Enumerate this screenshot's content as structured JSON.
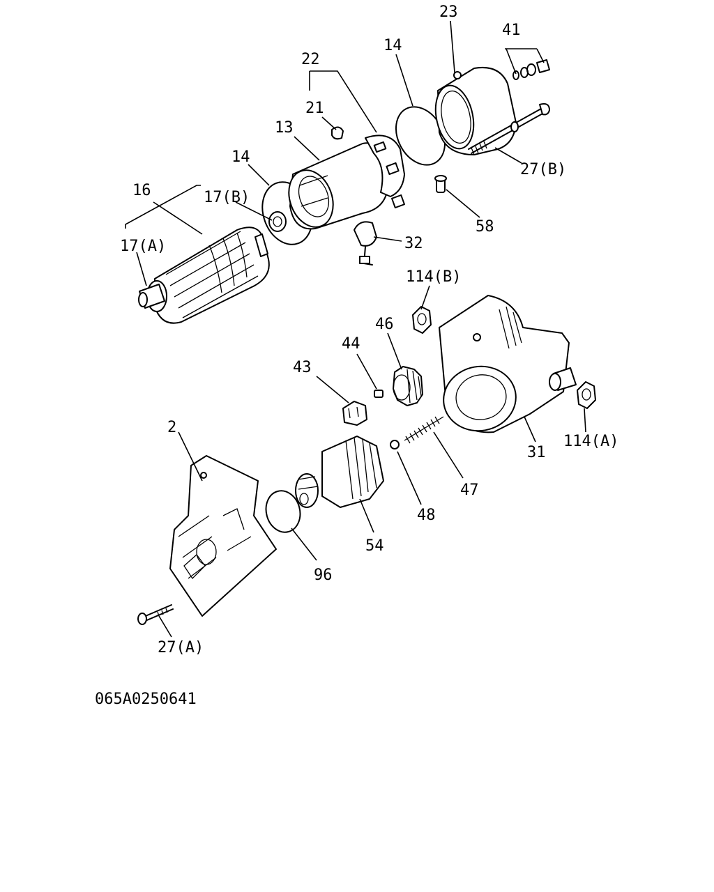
{
  "callouts": {
    "c23": "23",
    "c41": "41",
    "c14_top": "14",
    "c22": "22",
    "c21": "21",
    "c13": "13",
    "c14_left": "14",
    "c16": "16",
    "c17b": "17(B)",
    "c17a": "17(A)",
    "c27b": "27(B)",
    "c58": "58",
    "c32": "32",
    "c114b": "114(B)",
    "c46": "46",
    "c44": "44",
    "c43": "43",
    "c2": "2",
    "c31": "31",
    "c114a": "114(A)",
    "c47": "47",
    "c48": "48",
    "c54": "54",
    "c96": "96",
    "c27a": "27(A)"
  },
  "drawing_code": "065A0250641",
  "colors": {
    "line": "#000000",
    "background": "#ffffff"
  }
}
